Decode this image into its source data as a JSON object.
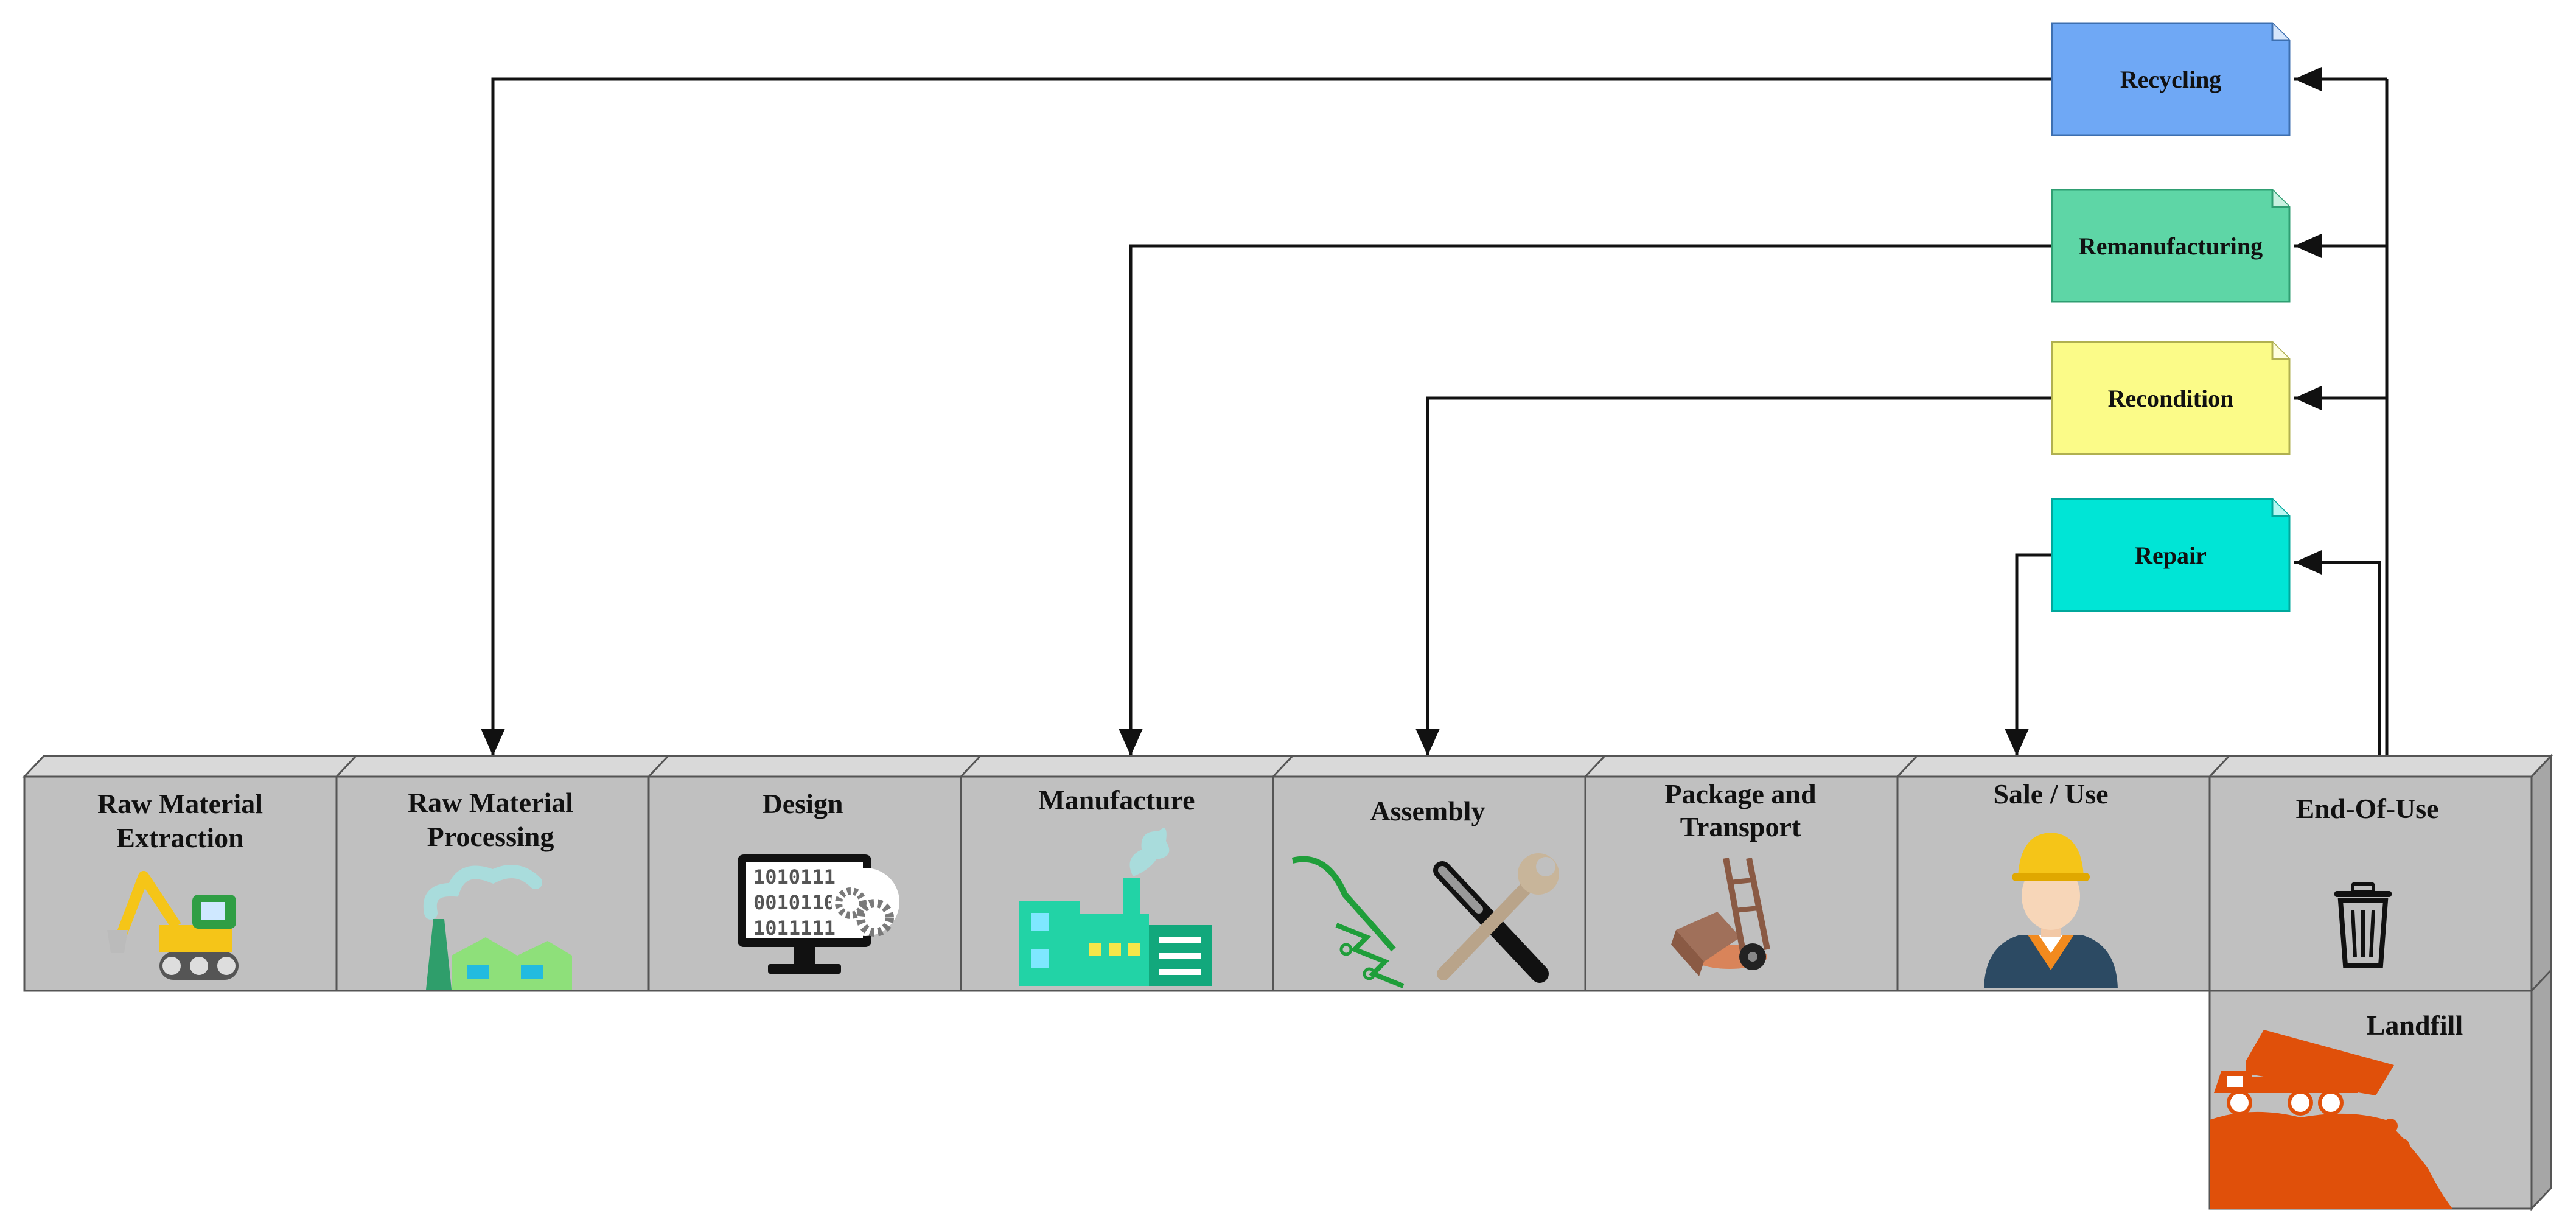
{
  "stages": [
    {
      "line1": "Raw Material",
      "line2": "Extraction",
      "icon": "excavator-icon"
    },
    {
      "line1": "Raw Material",
      "line2": "Processing",
      "icon": "factory-smoke-icon"
    },
    {
      "line1": "Design",
      "line2": "",
      "icon": "computer-gears-icon"
    },
    {
      "line1": "Manufacture",
      "line2": "",
      "icon": "factory-icon"
    },
    {
      "line1": "Assembly",
      "line2": "",
      "icon": "tools-icon"
    },
    {
      "line1": "Package and",
      "line2": "Transport",
      "icon": "hand-truck-icon"
    },
    {
      "line1": "Sale / Use",
      "line2": "",
      "icon": "worker-icon"
    },
    {
      "line1": "End-Of-Use",
      "line2": "",
      "icon": "trash-can-icon"
    }
  ],
  "landfill": {
    "label": "Landfill",
    "icon": "dump-truck-icon"
  },
  "loops": [
    {
      "label": "Recycling",
      "color": "#6fa8f5",
      "target_stage": 1
    },
    {
      "label": "Remanufacturing",
      "color": "#5ed6a6",
      "target_stage": 3
    },
    {
      "label": "Recondition",
      "color": "#fbfb88",
      "target_stage": 4
    },
    {
      "label": "Repair",
      "color": "#00e5d6",
      "target_stage": 6
    }
  ],
  "colors": {
    "box_face": "#c0c0c0",
    "box_top": "#d9d9d9",
    "box_side": "#a6a6a6",
    "box_stroke": "#555555"
  }
}
